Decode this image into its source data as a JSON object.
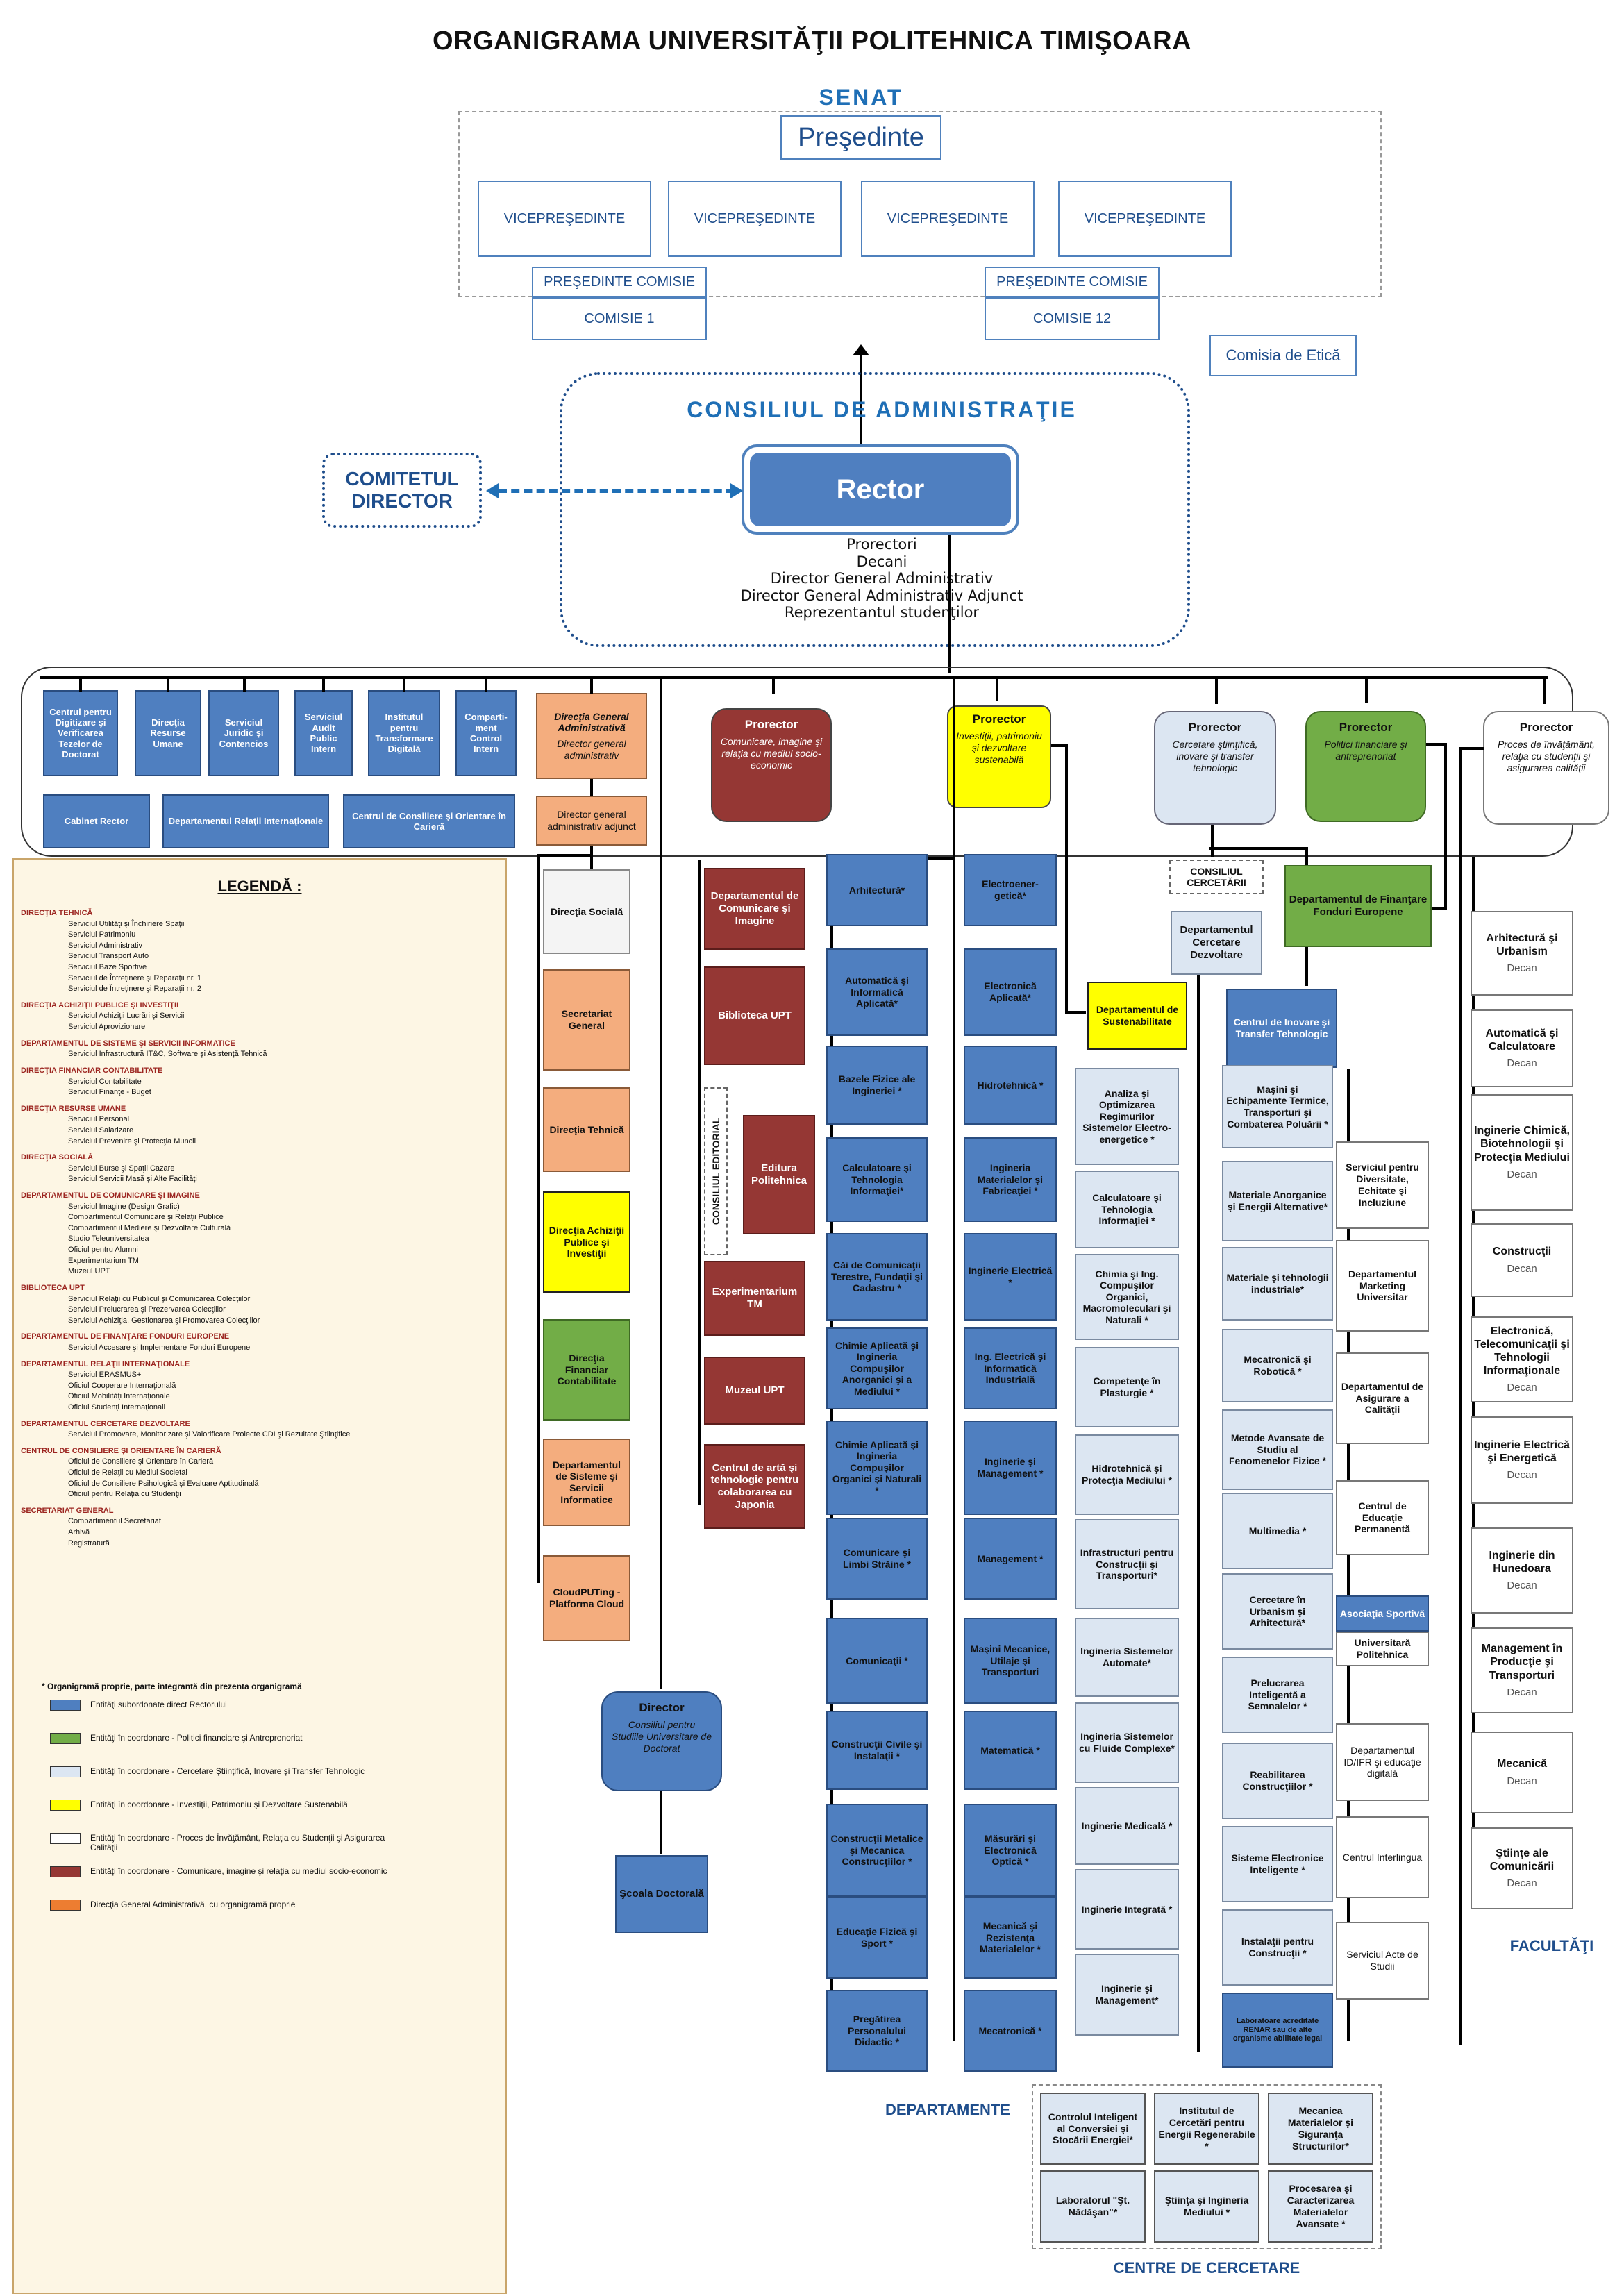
{
  "title": "ORGANIGRAMA UNIVERSITĂŢII POLITEHNICA TIMIŞOARA",
  "senat": {
    "label": "SENAT",
    "presedinte": "Preşedinte",
    "vice": [
      "VICEPREŞEDINTE",
      "VICEPREŞEDINTE",
      "VICEPREŞEDINTE",
      "VICEPREŞEDINTE"
    ],
    "presedinte_comisie": "PREŞEDINTE COMISIE",
    "comisie1": "COMISIE 1",
    "comisie12": "COMISIE 12"
  },
  "comisia_etica": "Comisia de Etică",
  "ca": {
    "label": "CONSILIUL DE ADMINISTRAŢIE",
    "rector": "Rector",
    "members": [
      "Prorectori",
      "Decani",
      "Director General Administrativ",
      "Director General Administrativ Adjunct",
      "Reprezentantul studenţilor"
    ]
  },
  "comitetul": "COMITETUL DIRECTOR",
  "rector_units": [
    "Centrul pentru Digitizare şi Verificarea Tezelor de Doctorat",
    "Direcţia Resurse Umane",
    "Serviciul Juridic şi Contencios",
    "Serviciul Audit Public Intern",
    "Institutul pentru Transformare Digitală",
    "Comparti-ment Control Intern"
  ],
  "rector_units2": [
    "Cabinet Rector",
    "Departamentul Relaţii Internaţionale",
    "Centrul de Consiliere şi Orientare în Carieră"
  ],
  "dga": {
    "title": "Direcţia General Administrativă",
    "sub": "Director general administrativ",
    "adjunct": "Director general administrativ adjunct"
  },
  "dga_units": [
    "Direcţia Socială",
    "Secretariat General",
    "Direcţia Tehnică",
    "Direcţia Achiziţii Publice şi Investiţii",
    "Direcţia Financiar Contabilitate",
    "Departamentul de Sisteme şi Servicii Informatice",
    "CloudPUTing - Platforma Cloud"
  ],
  "prorectors": [
    {
      "t": "Prorector",
      "s": "Comunicare, imagine şi relaţia cu mediul socio-economic"
    },
    {
      "t": "Prorector",
      "s": "Investiţii, patrimoniu şi dezvoltare sustenabilă"
    },
    {
      "t": "Prorector",
      "s": "Cercetare ştiinţifică, inovare şi transfer tehnologic"
    },
    {
      "t": "Prorector",
      "s": "Politici financiare şi antreprenoriat"
    },
    {
      "t": "Prorector",
      "s": "Proces de învăţământ, relaţia cu studenţii şi asigurarea calităţii"
    }
  ],
  "comm_units": [
    "Departamentul de Comunicare şi Imagine",
    "Biblioteca UPT",
    "Editura Politehnica",
    "Experimentarium TM",
    "Muzeul UPT",
    "Centrul de artă şi tehnologie pentru colaborarea cu Japonia"
  ],
  "consiliul_editorial": "CONSILIUL EDITORIAL",
  "dep_sust": "Departamentul de Sustenabilitate",
  "consiliul_cercetarii": "CONSILIUL CERCETĂRII",
  "dep_cercetare": "Departamentul Cercetare Dezvoltare",
  "dep_fonduri": "Departamentul de Finanţare Fonduri Europene",
  "centru_inovare": "Centrul de Inovare şi Transfer Tehnologic",
  "dept_col1": [
    "Arhitectură*",
    "Automatică şi Informatică Aplicată*",
    "Bazele Fizice ale Ingineriei *",
    "Calculatoare şi Tehnologia Informaţiei*",
    "Căi de Comunicaţii Terestre, Fundaţii şi Cadastru *",
    "Chimie Aplicată şi Ingineria Compuşilor Anorganici şi a Mediului *",
    "Chimie Aplicată şi Ingineria Compuşilor Organici şi Naturali *",
    "Comunicare şi Limbi Străine *",
    "Comunicaţii *",
    "Construcţii Civile şi Instalaţii *",
    "Construcţii Metalice şi Mecanica Construcţiilor *",
    "Educaţie Fizică şi Sport *",
    "Pregătirea Personalului Didactic *"
  ],
  "dept_col2": [
    "Electroener-getică*",
    "Electronică Aplicată*",
    "Hidrotehnică *",
    "Ingineria Materialelor şi Fabricaţiei *",
    "Inginerie Electrică *",
    "Ing. Electrică şi Informatică Industrială",
    "Inginerie şi Management *",
    "Management *",
    "Maşini Mecanice, Utilaje şi Transporturi",
    "Matematică *",
    "Măsurări şi Electronică Optică *",
    "Mecanică şi Rezistenţa Materialelor *",
    "Mecatronică *"
  ],
  "departamente_label": "DEPARTAMENTE",
  "rc_col1": [
    "Analiza şi Optimizarea Regimurilor Sistemelor Electro-energetice *",
    "Calculatoare şi Tehnologia Informaţiei *",
    "Chimia şi Ing. Compuşilor Organici, Macromoleculari şi Naturali *",
    "Competenţe în Plasturgie *",
    "Hidrotehnică şi Protecţia Mediului *",
    "Infrastructuri pentru Construcţii şi Transporturi*",
    "Ingineria Sistemelor Automate*",
    "Ingineria Sistemelor cu Fluide Complexe*",
    "Inginerie Medicală *",
    "Inginerie Integrată *",
    "Inginerie şi Management*"
  ],
  "rc_col2": [
    "Maşini şi Echipamente Termice, Transporturi şi Combaterea Poluării *",
    "Materiale Anorganice şi Energii Alternative*",
    "Materiale şi tehnologii industriale*",
    "Mecatronică şi Robotică *",
    "Metode Avansate de Studiu al Fenomenelor Fizice *",
    "Multimedia *",
    "Cercetare în Urbanism şi Arhitectură*",
    "Prelucrarea Inteligentă a Semnalelor *",
    "Reabilitarea Construcţiilor *",
    "Sisteme Electronice Inteligente *",
    "Instalaţii pentru Construcţii *",
    "Laboratoare acreditate RENAR sau de alte organisme abilitate legal"
  ],
  "centre": [
    "Controlul Inteligent al Conversiei şi Stocării Energiei*",
    "Institutul de Cercetări pentru Energii Regenerabile *",
    "Mecanica Materialelor şi Siguranţa Structurilor*",
    "Laboratorul \"Şt. Nădăşan\"*",
    "Ştiinţa şi Ingineria Mediului *",
    "Procesarea şi Caracterizarea Materialelor Avansate *"
  ],
  "centre_label": "CENTRE DE CERCETARE",
  "prorector5_units": [
    {
      "t": "Serviciul pentru Diversitate, Echitate şi Incluziune",
      "b": true
    },
    {
      "t": "Departamentul Marketing Universitar",
      "b": true
    },
    {
      "t": "Departamentul de Asigurare a Calităţii",
      "b": true
    },
    {
      "t": "Centrul de Educaţie Permanentă",
      "b": true
    },
    {
      "t": "Asociaţia Sportivă",
      "b": true
    },
    {
      "t": "Universitară Politehnica",
      "b": true
    },
    {
      "t": "Departamentul ID/IFR şi educaţie digitală",
      "b": false
    },
    {
      "t": "Centrul Interlingua",
      "b": false
    },
    {
      "t": "Serviciul Acte de Studii",
      "b": false
    }
  ],
  "faculties": [
    "Arhitectură şi Urbanism",
    "Automatică şi Calculatoare",
    "Inginerie Chimică, Biotehnologii şi Protecţia Mediului",
    "Construcţii",
    "Electronică, Telecomunicaţii şi Tehnologii Informaţionale",
    "Inginerie Electrică şi Energetică",
    "Inginerie din Hunedoara",
    "Management în Producţie şi Transporturi",
    "Mecanică",
    "Ştiinţe ale Comunicării"
  ],
  "decan": "Decan",
  "facultati_label": "FACULTĂŢI",
  "director_sd": {
    "t": "Director",
    "s": "Consiliul pentru Studiile Universitare de Doctorat"
  },
  "scoala": "Şcoala Doctorală",
  "legend": {
    "title": "LEGENDĂ :",
    "groups": [
      {
        "h": "DIRECŢIA TEHNICĂ",
        "items": [
          "Serviciul Utilităţi şi Închiriere Spaţii",
          "Serviciul Patrimoniu",
          "Serviciul Administrativ",
          "Serviciul Transport Auto",
          "Serviciul Baze Sportive",
          "Serviciul de Întreţinere şi Reparaţii nr. 1",
          "Serviciul de Întreţinere şi Reparaţii nr. 2"
        ]
      },
      {
        "h": "DIRECŢIA ACHIZIŢII PUBLICE ŞI INVESTIŢII",
        "items": [
          "Serviciul Achiziţii Lucrări şi Servicii",
          "Serviciul Aprovizionare"
        ]
      },
      {
        "h": "DEPARTAMENTUL DE SISTEME ŞI SERVICII INFORMATICE",
        "items": [
          "Serviciul Infrastructură IT&C, Software şi Asistenţă Tehnică"
        ]
      },
      {
        "h": "DIRECŢIA FINANCIAR CONTABILITATE",
        "items": [
          "Serviciul Contabilitate",
          "Serviciul Finanţe - Buget"
        ]
      },
      {
        "h": "DIRECŢIA RESURSE UMANE",
        "items": [
          "Serviciul Personal",
          "Serviciul Salarizare",
          "Serviciul Prevenire şi Protecţia Muncii"
        ]
      },
      {
        "h": "DIRECŢIA SOCIALĂ",
        "items": [
          "Serviciul Burse şi Spaţii Cazare",
          "Serviciul Servicii Masă şi Alte Facilităţi"
        ]
      },
      {
        "h": "DEPARTAMENTUL DE COMUNICARE ŞI IMAGINE",
        "items": [
          "Serviciul Imagine (Design Grafic)",
          "Compartimentul Comunicare şi Relaţii Publice",
          "Compartimentul Mediere şi Dezvoltare Culturală",
          "Studio Teleuniversitatea",
          "Oficiul pentru Alumni",
          "Experimentarium TM",
          "Muzeul UPT"
        ]
      },
      {
        "h": "BIBLIOTECA UPT",
        "items": [
          "Serviciul Relaţii cu Publicul şi Comunicarea Colecţiilor",
          "Serviciul Prelucrarea şi Prezervarea Colecţiilor",
          "Serviciul Achiziţia, Gestionarea şi Promovarea Colecţiilor"
        ]
      },
      {
        "h": "DEPARTAMENTUL DE FINANŢARE FONDURI EUROPENE",
        "items": [
          "Serviciul Accesare şi Implementare Fonduri Europene"
        ]
      },
      {
        "h": "DEPARTAMENTUL RELAŢII INTERNAŢIONALE",
        "items": [
          "Serviciul ERASMUS+",
          "Oficiul Cooperare Internaţională",
          "Oficiul Mobilităţi Internaţionale",
          "Oficiul Studenţi Internaţionali"
        ]
      },
      {
        "h": "DEPARTAMENTUL CERCETARE DEZVOLTARE",
        "items": [
          "Serviciul Promovare, Monitorizare şi Valorificare Proiecte CDI şi Rezultate Ştiinţifice"
        ]
      },
      {
        "h": "CENTRUL DE CONSILIERE ŞI ORIENTARE ÎN CARIERĂ",
        "items": [
          "Oficiul de Consiliere şi Orientare în Carieră",
          "Oficiul de Relaţii cu Mediul Societal",
          "Oficiul de Consiliere Psihologică şi Evaluare Aptitudinală",
          "Oficiul pentru Relaţia cu Studenţii"
        ]
      },
      {
        "h": "SECRETARIAT GENERAL",
        "items": [
          "Compartimentul Secretariat",
          "Arhivă",
          "Registratură"
        ]
      }
    ],
    "note": "* Organigramă proprie, parte integrantă din prezenta organigramă",
    "keys": [
      {
        "c": "#4f7fc0",
        "t": "Entităţi subordonate direct Rectorului"
      },
      {
        "c": "#72ad47",
        "t": "Entităţi în coordonare - Politici financiare şi Antreprenoriat"
      },
      {
        "c": "#dce6f2",
        "t": "Entităţi în coordonare - Cercetare Ştiinţifică, Inovare şi Transfer Tehnologic"
      },
      {
        "c": "#ffff00",
        "t": "Entităţi în coordonare - Investiţii, Patrimoniu şi Dezvoltare Sustenabilă"
      },
      {
        "c": "#ffffff",
        "t": "Entităţi în coordonare - Proces de Învăţământ, Relaţia cu Studenţii şi Asigurarea Calităţii"
      },
      {
        "c": "#953734",
        "t": "Entităţi în coordonare - Comunicare, imagine şi relaţia cu mediul socio-economic"
      },
      {
        "c": "#ed7d31",
        "t": "Direcţia General Administrativă, cu organigramă proprie"
      }
    ]
  }
}
